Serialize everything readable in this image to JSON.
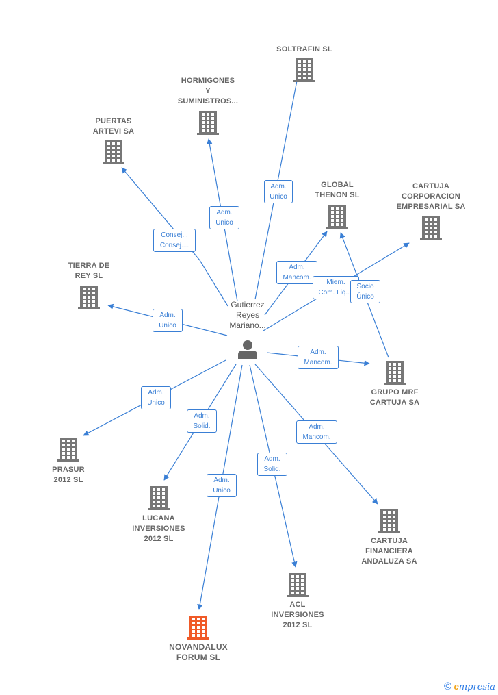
{
  "colors": {
    "edge": "#3a7fd5",
    "company": "#777777",
    "focus": "#f05a28",
    "person": "#666666"
  },
  "person": {
    "name": "Gutierrez\nReyes\nMariano...",
    "icon": "person-icon"
  },
  "companies": [
    {
      "id": "soltrafin",
      "label": "SOLTRAFIN SL",
      "icon": "building-icon"
    },
    {
      "id": "hormigones",
      "label": "HORMIGONES\nY\nSUMINISTROS...",
      "icon": "building-icon"
    },
    {
      "id": "puertas",
      "label": "PUERTAS\nARTEVI SA",
      "icon": "building-icon"
    },
    {
      "id": "global",
      "label": "GLOBAL\nTHENON SL",
      "icon": "building-icon"
    },
    {
      "id": "cartuja_corp",
      "label": "CARTUJA\nCORPORACION\nEMPRESARIAL SA",
      "icon": "building-icon"
    },
    {
      "id": "tierra",
      "label": "TIERRA DE\nREY  SL",
      "icon": "building-icon"
    },
    {
      "id": "grupo_mrf",
      "label": "GRUPO MRF\nCARTUJA SA",
      "icon": "building-icon"
    },
    {
      "id": "prasur",
      "label": "PRASUR\n2012 SL",
      "icon": "building-icon"
    },
    {
      "id": "lucana",
      "label": "LUCANA\nINVERSIONES\n2012 SL",
      "icon": "building-icon"
    },
    {
      "id": "cartuja_fin",
      "label": "CARTUJA\nFINANCIERA\nANDALUZA SA",
      "icon": "building-icon"
    },
    {
      "id": "acl",
      "label": "ACL\nINVERSIONES\n2012 SL",
      "icon": "building-icon"
    },
    {
      "id": "novandalux",
      "label": "NOVANDALUX\nFORUM  SL",
      "icon": "building-icon",
      "focus": true
    }
  ],
  "edges": [
    {
      "id": "e_soltrafin",
      "label": "Adm.\nUnico"
    },
    {
      "id": "e_hormigones",
      "label": "Adm.\nUnico"
    },
    {
      "id": "e_puertas",
      "label": "Consej. ,\nConsej...."
    },
    {
      "id": "e_global",
      "label": "Adm.\nMancom."
    },
    {
      "id": "e_cartuja_corp",
      "label": "Miem.\nCom. Liq...."
    },
    {
      "id": "e_tierra",
      "label": "Adm.\nUnico"
    },
    {
      "id": "e_grupo_mrf",
      "label": "Adm.\nMancom."
    },
    {
      "id": "e_mrf_global",
      "label": "Socio\nÚnico"
    },
    {
      "id": "e_prasur",
      "label": "Adm.\nUnico"
    },
    {
      "id": "e_lucana",
      "label": "Adm.\nSolid."
    },
    {
      "id": "e_cartuja_fin",
      "label": "Adm.\nMancom."
    },
    {
      "id": "e_acl",
      "label": "Adm.\nSolid."
    },
    {
      "id": "e_novandalux",
      "label": "Adm.\nUnico"
    }
  ],
  "footer": {
    "copyright": "©",
    "brand_first": "e",
    "brand_rest": "mpresia"
  }
}
